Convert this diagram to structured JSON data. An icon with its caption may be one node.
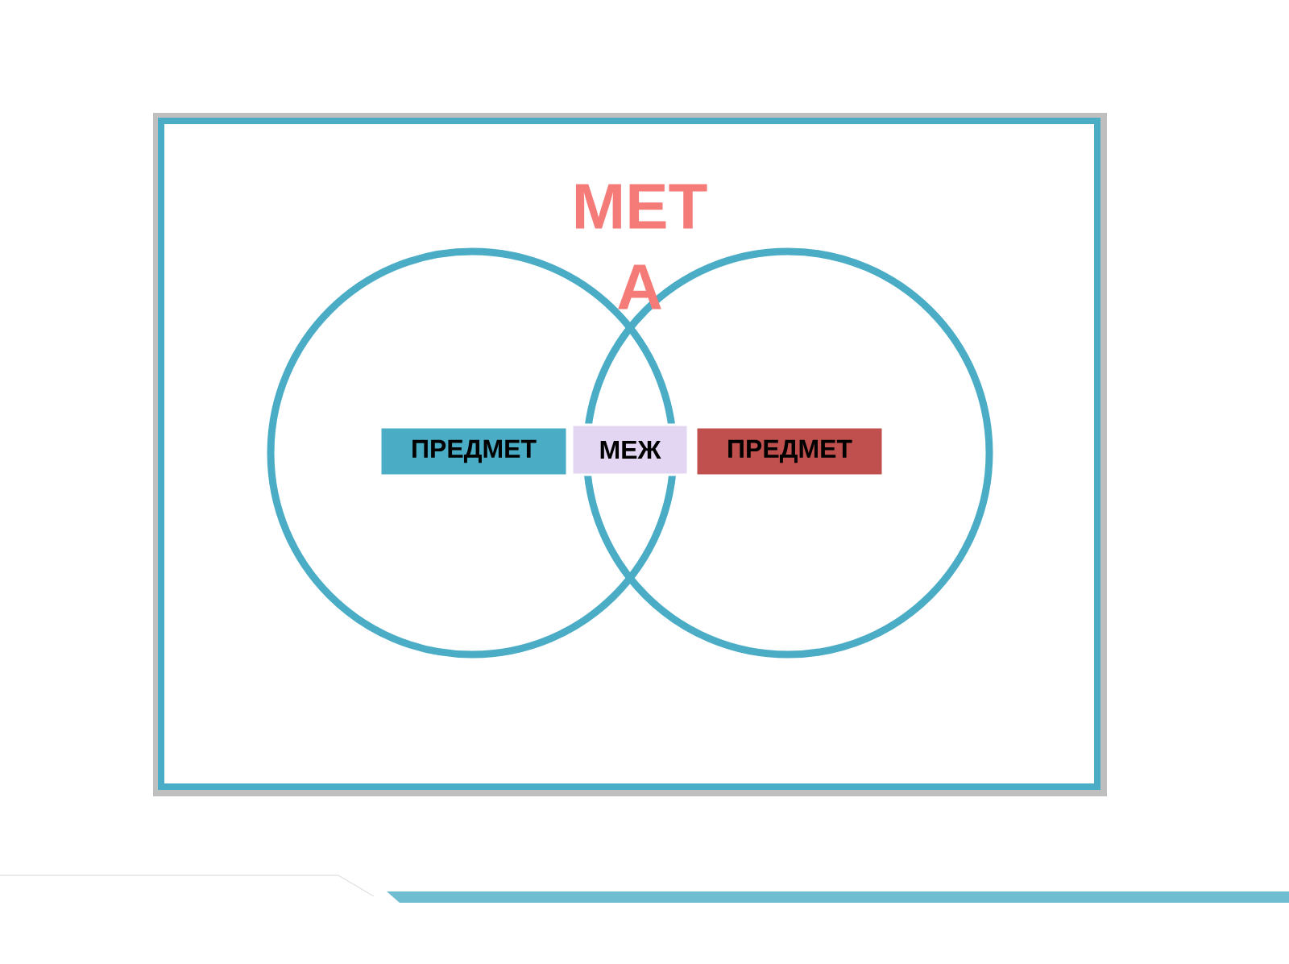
{
  "diagram": {
    "title": "МЕТ А",
    "nodes": [
      {
        "text": [],
        "shape": "circle"
      },
      {
        "text": [],
        "shape": "circle"
      },
      {
        "text": [
          "ПРЕДМЕТ"
        ],
        "in": 0
      },
      {
        "text": [
          "МЕЖ"
        ]
      },
      {
        "text": [
          "ПРЕДМЕТ"
        ],
        "in": 1
      }
    ]
  }
}
